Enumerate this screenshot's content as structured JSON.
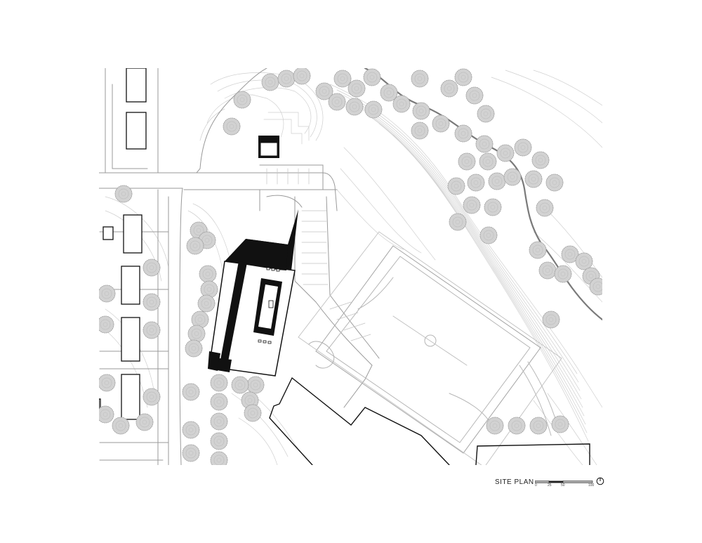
{
  "title": "SITE PLAN",
  "scale_bar": {
    "ticks": [
      "0",
      "25",
      "50",
      "100"
    ]
  },
  "colors": {
    "ink": "#111111",
    "contour": "#c8c8c8",
    "road": "#9a9a9a",
    "tree": "#bdbdbd",
    "creek": "#7a7a7a"
  },
  "icons": {
    "north_arrow": "north-arrow-icon"
  }
}
